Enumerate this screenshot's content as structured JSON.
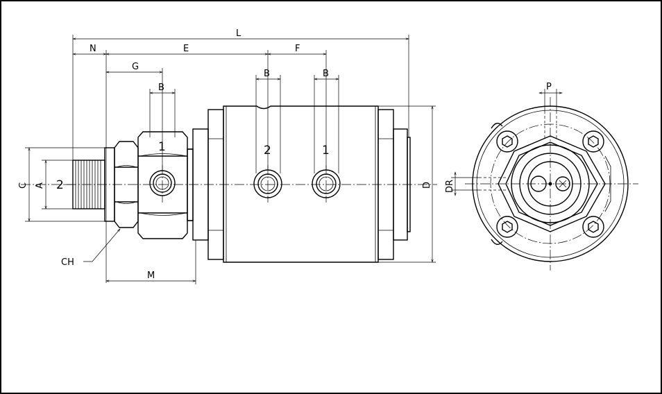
{
  "dimensions": {
    "L": "L",
    "N": "N",
    "E": "E",
    "F": "F",
    "G": "G",
    "B_side": "B",
    "B_port2": "B",
    "B_port1": "B",
    "A": "A",
    "C": "C",
    "D": "D",
    "M": "M",
    "CH": "CH",
    "P": "P",
    "DR": "DR"
  },
  "ports": {
    "end_port": "2",
    "side_port": "1",
    "body_port_left": "2",
    "body_port_right": "1"
  }
}
